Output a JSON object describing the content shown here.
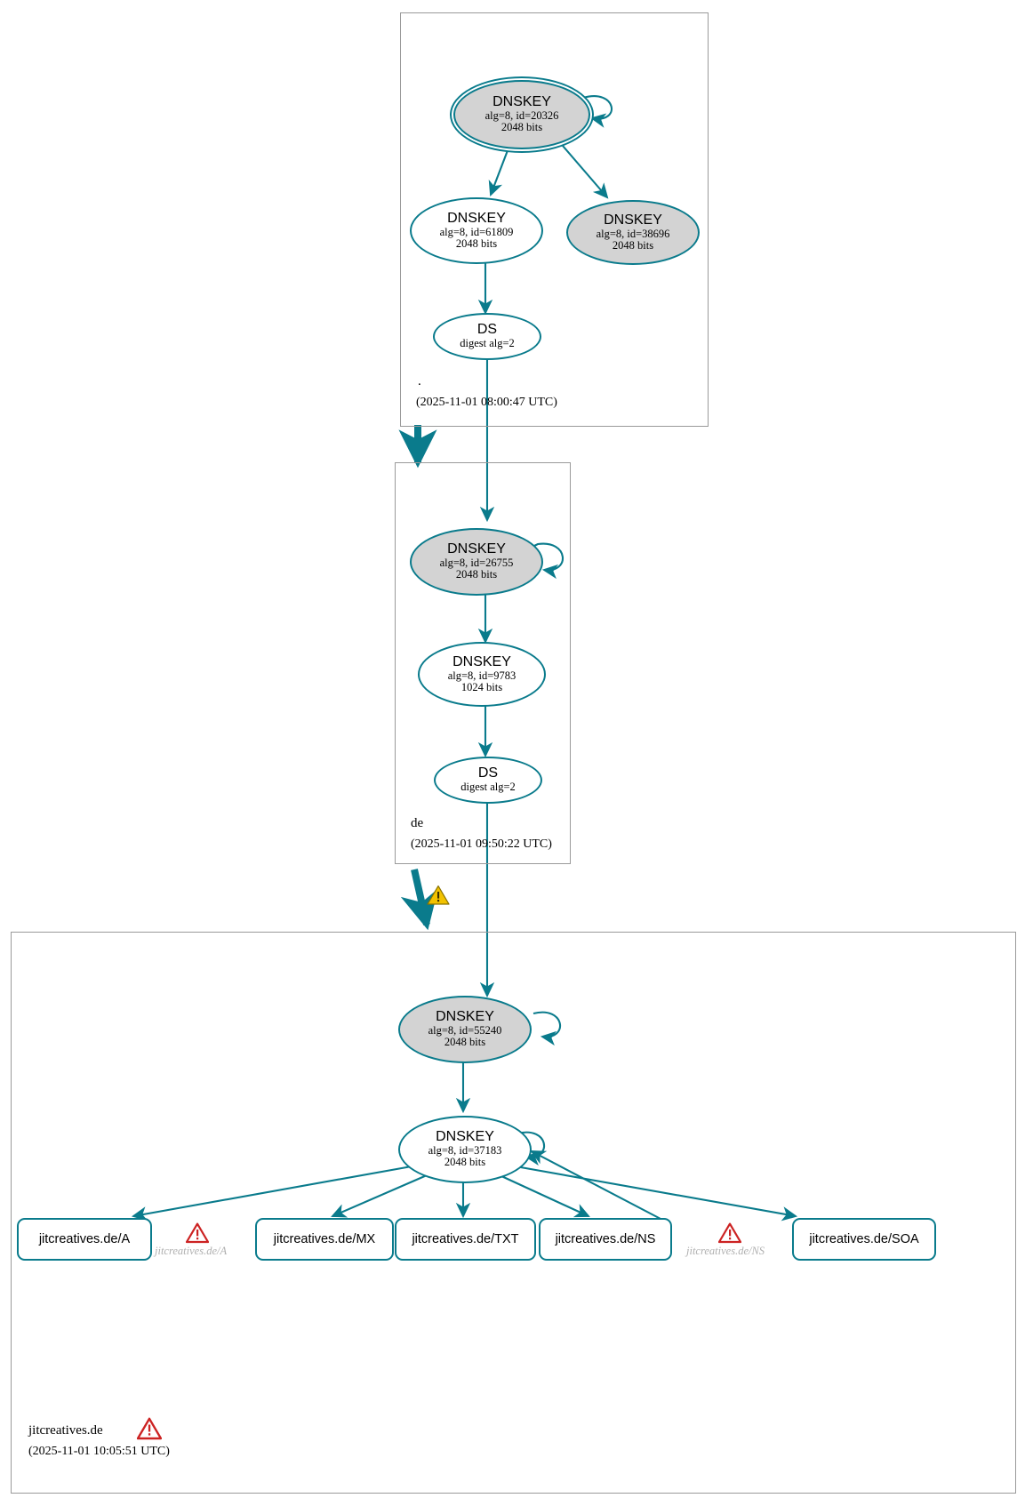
{
  "diagram": {
    "title": "DNSSEC authentication chain for jitcreatives.de",
    "accent_color": "#0a7b8c",
    "filled_node_color": "#d3d3d3",
    "box_border_color": "#9a9a9a",
    "warning_color": "#f2c200",
    "error_color": "#cc2222"
  },
  "zones": [
    {
      "id": "root",
      "label": ".",
      "timestamp": "(2025-11-01 08:00:47 UTC)",
      "nodes": [
        {
          "id": "root-ksk-20326",
          "kind": "DNSKEY",
          "title": "DNSKEY",
          "line2": "alg=8, id=20326",
          "line3": "2048 bits",
          "filled": true,
          "double_ring": true,
          "self_sign": true
        },
        {
          "id": "root-zsk-61809",
          "kind": "DNSKEY",
          "title": "DNSKEY",
          "line2": "alg=8, id=61809",
          "line3": "2048 bits",
          "filled": false,
          "double_ring": false,
          "self_sign": false
        },
        {
          "id": "root-zsk-38696",
          "kind": "DNSKEY",
          "title": "DNSKEY",
          "line2": "alg=8, id=38696",
          "line3": "2048 bits",
          "filled": true,
          "double_ring": false,
          "self_sign": false
        },
        {
          "id": "root-ds",
          "kind": "DS",
          "title": "DS",
          "line2": "digest alg=2",
          "line3": "",
          "filled": false,
          "double_ring": false,
          "self_sign": false
        }
      ]
    },
    {
      "id": "de",
      "label": "de",
      "timestamp": "(2025-11-01 09:50:22 UTC)",
      "nodes": [
        {
          "id": "de-ksk-26755",
          "kind": "DNSKEY",
          "title": "DNSKEY",
          "line2": "alg=8, id=26755",
          "line3": "2048 bits",
          "filled": true,
          "double_ring": false,
          "self_sign": true
        },
        {
          "id": "de-zsk-9783",
          "kind": "DNSKEY",
          "title": "DNSKEY",
          "line2": "alg=8, id=9783",
          "line3": "1024 bits",
          "filled": false,
          "double_ring": false,
          "self_sign": false
        },
        {
          "id": "de-ds",
          "kind": "DS",
          "title": "DS",
          "line2": "digest alg=2",
          "line3": "",
          "filled": false,
          "double_ring": false,
          "self_sign": false
        }
      ]
    },
    {
      "id": "jitcreatives",
      "label": "jitcreatives.de",
      "timestamp": "(2025-11-01 10:05:51 UTC)",
      "nodes": [
        {
          "id": "jit-ksk-55240",
          "kind": "DNSKEY",
          "title": "DNSKEY",
          "line2": "alg=8, id=55240",
          "line3": "2048 bits",
          "filled": true,
          "double_ring": false,
          "self_sign": true
        },
        {
          "id": "jit-zsk-37183",
          "kind": "DNSKEY",
          "title": "DNSKEY",
          "line2": "alg=8, id=37183",
          "line3": "2048 bits",
          "filled": false,
          "double_ring": false,
          "self_sign": true
        }
      ],
      "rrsets": [
        {
          "id": "rr-a",
          "label": "jitcreatives.de/A"
        },
        {
          "id": "rr-mx",
          "label": "jitcreatives.de/MX"
        },
        {
          "id": "rr-txt",
          "label": "jitcreatives.de/TXT"
        },
        {
          "id": "rr-ns",
          "label": "jitcreatives.de/NS"
        },
        {
          "id": "rr-soa",
          "label": "jitcreatives.de/SOA"
        }
      ]
    }
  ],
  "error_labels": [
    {
      "id": "err-a",
      "text": "jitcreatives.de/A",
      "icon": "error-triangle-icon"
    },
    {
      "id": "err-ns",
      "text": "jitcreatives.de/NS",
      "icon": "error-triangle-icon"
    }
  ],
  "status_icons": [
    {
      "id": "warn-de-delegation",
      "icon": "warning-triangle-icon",
      "kind": "warning"
    },
    {
      "id": "err-zone-jitcreatives",
      "icon": "error-triangle-icon",
      "kind": "error"
    }
  ]
}
